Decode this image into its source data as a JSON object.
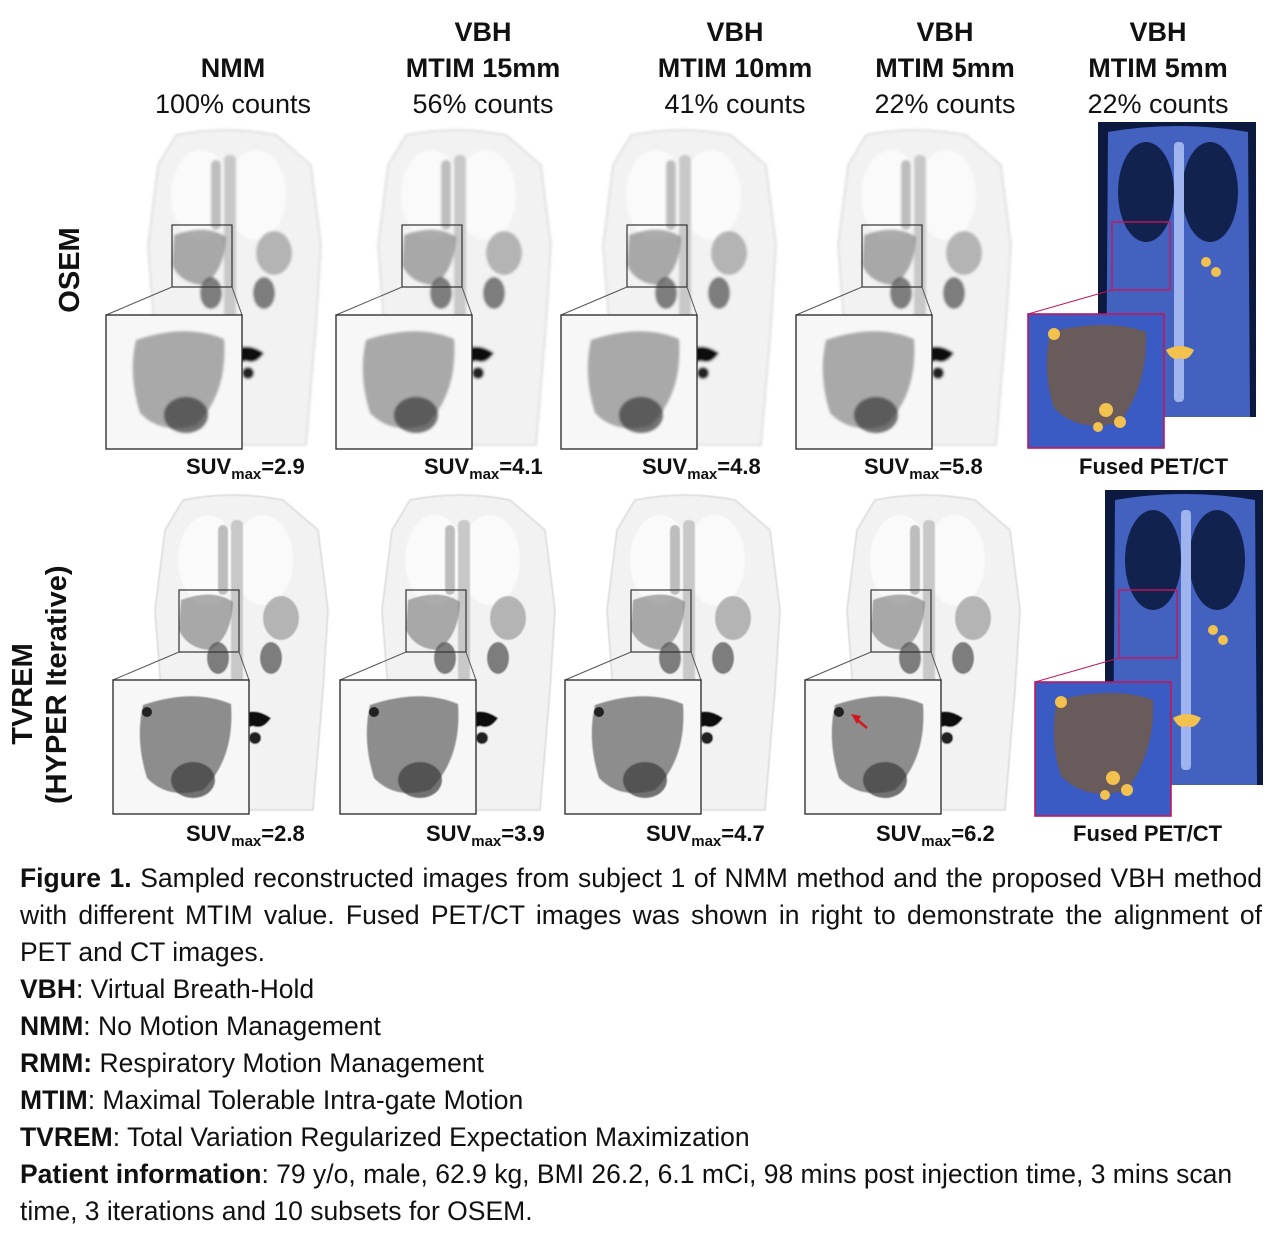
{
  "columns": [
    {
      "line1": "",
      "line2": "NMM",
      "line3": "100% counts"
    },
    {
      "line1": "VBH",
      "line2": "MTIM 15mm",
      "line3": "56% counts"
    },
    {
      "line1": "VBH",
      "line2": "MTIM 10mm",
      "line3": "41% counts"
    },
    {
      "line1": "VBH",
      "line2": "MTIM 5mm",
      "line3": "22% counts"
    },
    {
      "line1": "VBH",
      "line2": "MTIM 5mm",
      "line3": "22% counts"
    }
  ],
  "rows": [
    {
      "label": "OSEM",
      "sublabel": ""
    },
    {
      "label": "TVREM",
      "sublabel": "(HYPER Iterative)"
    }
  ],
  "suv": {
    "prefix": "SUV",
    "sub": "max",
    "osem": [
      "=2.9",
      "=4.1",
      "=4.8",
      "=5.8"
    ],
    "tvrem": [
      "=2.8",
      "=3.9",
      "=4.7",
      "=6.2"
    ]
  },
  "fused_label": "Fused PET/CT",
  "caption": {
    "figure_label": "Figure 1.",
    "figure_text": " Sampled reconstructed images from subject 1 of NMM method and the proposed VBH method with different MTIM value. Fused PET/CT images was shown in right to demonstrate the alignment of PET and CT images.",
    "definitions": [
      {
        "term": "VBH",
        "text": ": Virtual Breath-Hold"
      },
      {
        "term": "NMM",
        "text": ": No Motion Management"
      },
      {
        "term": "RMM:",
        "text": " Respiratory Motion Management"
      },
      {
        "term": "MTIM",
        "text": ": Maximal Tolerable Intra-gate Motion"
      },
      {
        "term": "TVREM",
        "text": ": Total Variation Regularized Expectation Maximization"
      }
    ],
    "patient_term": "Patient information",
    "patient_text": ": 79 y/o, male, 62.9 kg, BMI 26.2, 6.1 mCi, 98 mins post injection time, 3 mins scan time, 3 iterations and 10 subsets for OSEM."
  },
  "colors": {
    "text": "#111111",
    "pet_background": "#ffffff",
    "pet_uptake": "#6b6b6b",
    "fused_background": "#0d1a40",
    "fused_tissue": "#4d6fd6",
    "fused_uptake": "#f2c14e",
    "arrow": "#d0191e"
  }
}
